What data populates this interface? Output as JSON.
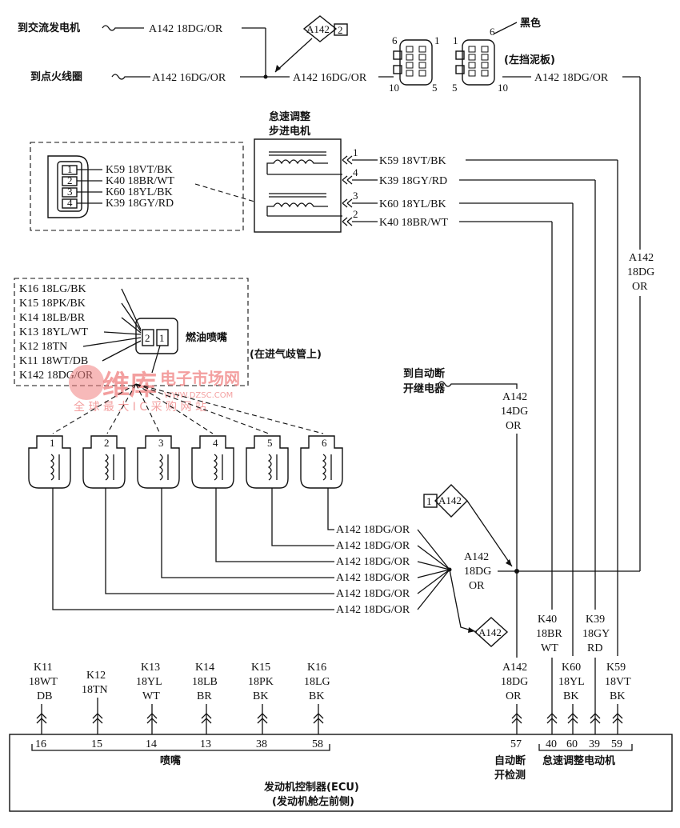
{
  "top": {
    "to_alternator": "到交流发电机",
    "to_ignition_coil": "到点火线圈",
    "wire_alternator": "A142 18DG/OR",
    "wire_coil": "A142 16DG/OR",
    "wire_mid": "A142 16DG/OR",
    "splice_top": "A142",
    "splice_top_num": "2",
    "black": "黑色",
    "fender": "(左挡泥板)",
    "wire_to_right": "A142 18DG/OR",
    "conn_pins": [
      "6",
      "1",
      "10",
      "5",
      "1",
      "6",
      "5",
      "10"
    ]
  },
  "idle_motor": {
    "title1": "怠速调整",
    "title2": "步进电机",
    "conn_wires": [
      "K59 18VT/BK",
      "K40 18BR/WT",
      "K60 18YL/BK",
      "K39 18GY/RD"
    ],
    "conn_pins": [
      "1",
      "2",
      "3",
      "4"
    ],
    "pins": [
      "1",
      "4",
      "3",
      "2"
    ],
    "wires": [
      "K59 18VT/BK",
      "K39 18GY/RD",
      "K60 18YL/BK",
      "K40 18BR/WT"
    ]
  },
  "right_vertical": {
    "l1": "A142",
    "l2": "18DG",
    "l3": "OR"
  },
  "injector_box": {
    "wires": [
      "K16 18LG/BK",
      "K15 18PK/BK",
      "K14 18LB/BR",
      "K13 18YL/WT",
      "K12 18TN",
      "K11 18WT/DB",
      "K142 18DG/OR"
    ],
    "pins": [
      "2",
      "1"
    ],
    "title": "燃油喷嘴",
    "location": "(在进气歧管上)"
  },
  "asd_relay": {
    "label1": "到自动断",
    "label2": "开继电器",
    "w1": "A142",
    "w2": "14DG",
    "w3": "OR"
  },
  "injectors": {
    "nums": [
      "1",
      "2",
      "3",
      "4",
      "5",
      "6"
    ]
  },
  "splice_left": {
    "text": "A142",
    "num": "1"
  },
  "splice_bottom": {
    "text": "A142"
  },
  "injector_supply": [
    "A142 18DG/OR",
    "A142 18DG/OR",
    "A142 18DG/OR",
    "A142 18DG/OR",
    "A142 18DG/OR",
    "A142 18DG/OR"
  ],
  "center_splice": {
    "l1": "A142",
    "l2": "18DG",
    "l3": "OR"
  },
  "bottom_wires": [
    {
      "l1": "K11",
      "l2": "18WT",
      "l3": "DB"
    },
    {
      "l1": "K12",
      "l2": "18TN",
      "l3": ""
    },
    {
      "l1": "K13",
      "l2": "18YL",
      "l3": "WT"
    },
    {
      "l1": "K14",
      "l2": "18LB",
      "l3": "BR"
    },
    {
      "l1": "K15",
      "l2": "18PK",
      "l3": "BK"
    },
    {
      "l1": "K16",
      "l2": "18LG",
      "l3": "BK"
    },
    {
      "l1": "A142",
      "l2": "18DG",
      "l3": "OR"
    },
    {
      "l1": "K40",
      "l2": "18BR",
      "l3": "WT"
    },
    {
      "l1": "K60",
      "l2": "18YL",
      "l3": "BK"
    },
    {
      "l1": "K39",
      "l2": "18GY",
      "l3": "RD"
    },
    {
      "l1": "K59",
      "l2": "18VT",
      "l3": "BK"
    }
  ],
  "ecu": {
    "pins": [
      "16",
      "15",
      "14",
      "13",
      "38",
      "58",
      "57",
      "40",
      "60",
      "39",
      "59"
    ],
    "injectors_label": "喷嘴",
    "asd_sense1": "自动断",
    "asd_sense2": "开检测",
    "idle_label": "怠速调整电动机",
    "title": "发动机控制器(ECU)",
    "location": "(发动机舱左前侧)"
  },
  "watermark": {
    "brand": "维库",
    "site": "电子市场网",
    "url": "WWW.DZSC.COM",
    "slogan": "全 球 最 大 I C 采 购 网 站"
  }
}
